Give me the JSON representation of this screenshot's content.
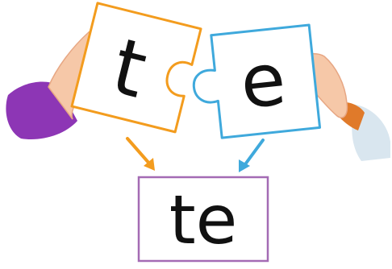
{
  "puzzle": {
    "left_piece": {
      "letter": "t",
      "border_color": "#f39c1e"
    },
    "right_piece": {
      "letter": "e",
      "border_color": "#3fa9dc"
    }
  },
  "result": {
    "word": "te",
    "border_color": "#a46bb4"
  },
  "arrows": {
    "left_color": "#f39c1e",
    "right_color": "#3fa9dc"
  },
  "hands": {
    "left_sleeve_color": "#8d36b5",
    "right_sleeve_color": "#e07a2a",
    "skin_color": "#f6c8a8"
  }
}
